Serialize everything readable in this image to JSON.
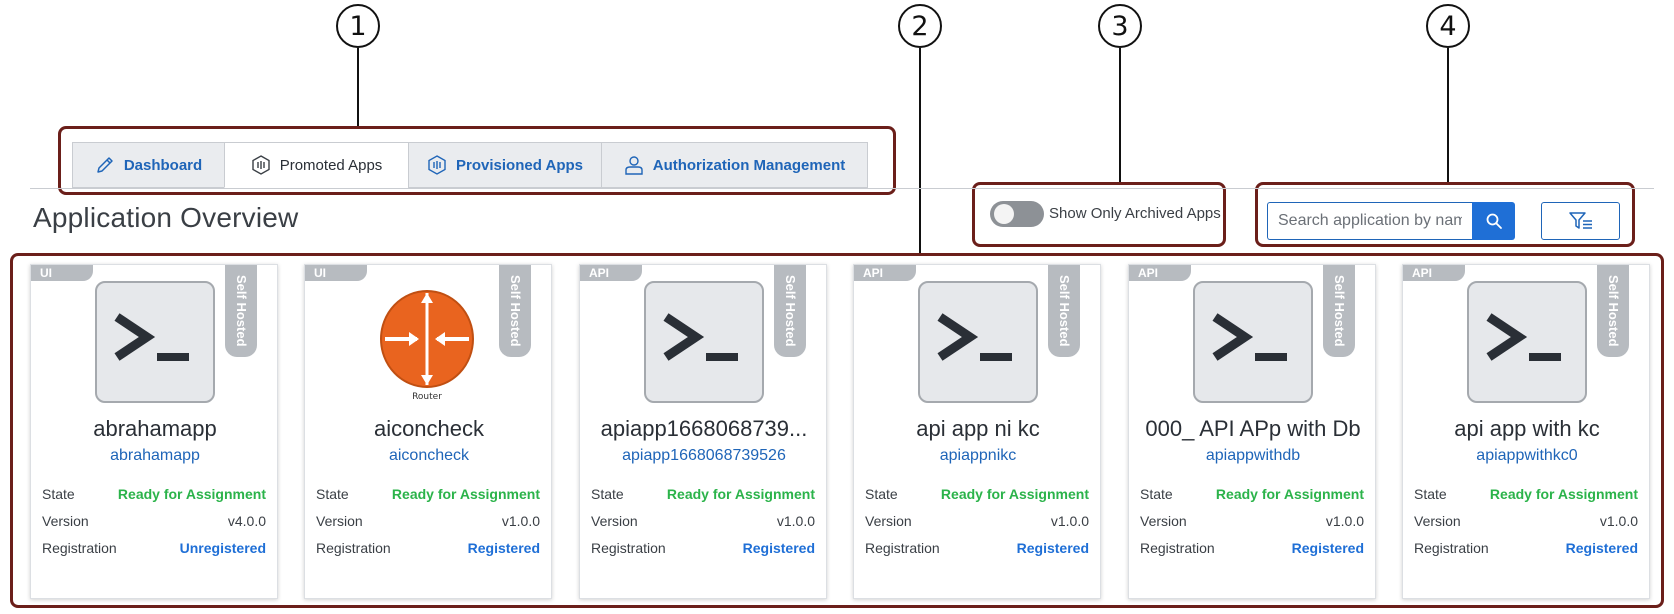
{
  "callouts": [
    "1",
    "2",
    "3",
    "4"
  ],
  "tabs": [
    {
      "label": "Dashboard",
      "icon": "pencil-icon",
      "active": false
    },
    {
      "label": "Promoted Apps",
      "icon": "app-badge-icon",
      "active": true
    },
    {
      "label": "Provisioned Apps",
      "icon": "app-badge-icon",
      "active": false
    },
    {
      "label": "Authorization Management",
      "icon": "user-icon",
      "active": false
    }
  ],
  "page_title": "Application Overview",
  "archive_toggle": {
    "label": "Show Only Archived Apps",
    "checked": false
  },
  "search": {
    "placeholder": "Search application by name"
  },
  "icons": {
    "search": "search-icon",
    "filter": "filter-icon"
  },
  "colors": {
    "accent": "#1f6fd6",
    "ready": "#2bb34a",
    "badge": "#b7bbc0",
    "callout_box": "#6b1f1a"
  },
  "cards": [
    {
      "type": "UI",
      "hosting": "Self Hosted",
      "icon": "terminal-icon",
      "name": "abrahamapp",
      "id": "abrahamapp",
      "state_label": "State",
      "state": "Ready for Assignment",
      "version_label": "Version",
      "version": "v4.0.0",
      "registration_label": "Registration",
      "registration": "Unregistered"
    },
    {
      "type": "UI",
      "hosting": "Self Hosted",
      "icon": "router-icon",
      "icon_caption": "Router",
      "name": "aiconcheck",
      "id": "aiconcheck",
      "state_label": "State",
      "state": "Ready for Assignment",
      "version_label": "Version",
      "version": "v1.0.0",
      "registration_label": "Registration",
      "registration": "Registered"
    },
    {
      "type": "API",
      "hosting": "Self Hosted",
      "icon": "terminal-icon",
      "name": "apiapp1668068739...",
      "id": "apiapp1668068739526",
      "state_label": "State",
      "state": "Ready for Assignment",
      "version_label": "Version",
      "version": "v1.0.0",
      "registration_label": "Registration",
      "registration": "Registered"
    },
    {
      "type": "API",
      "hosting": "Self Hosted",
      "icon": "terminal-icon",
      "name": "api app ni kc",
      "id": "apiappnikc",
      "state_label": "State",
      "state": "Ready for Assignment",
      "version_label": "Version",
      "version": "v1.0.0",
      "registration_label": "Registration",
      "registration": "Registered"
    },
    {
      "type": "API",
      "hosting": "Self Hosted",
      "icon": "terminal-icon",
      "name": "000_ API APp with Db",
      "id": "apiappwithdb",
      "state_label": "State",
      "state": "Ready for Assignment",
      "version_label": "Version",
      "version": "v1.0.0",
      "registration_label": "Registration",
      "registration": "Registered"
    },
    {
      "type": "API",
      "hosting": "Self Hosted",
      "icon": "terminal-icon",
      "name": "api app with kc",
      "id": "apiappwithkc0",
      "state_label": "State",
      "state": "Ready for Assignment",
      "version_label": "Version",
      "version": "v1.0.0",
      "registration_label": "Registration",
      "registration": "Registered"
    }
  ]
}
